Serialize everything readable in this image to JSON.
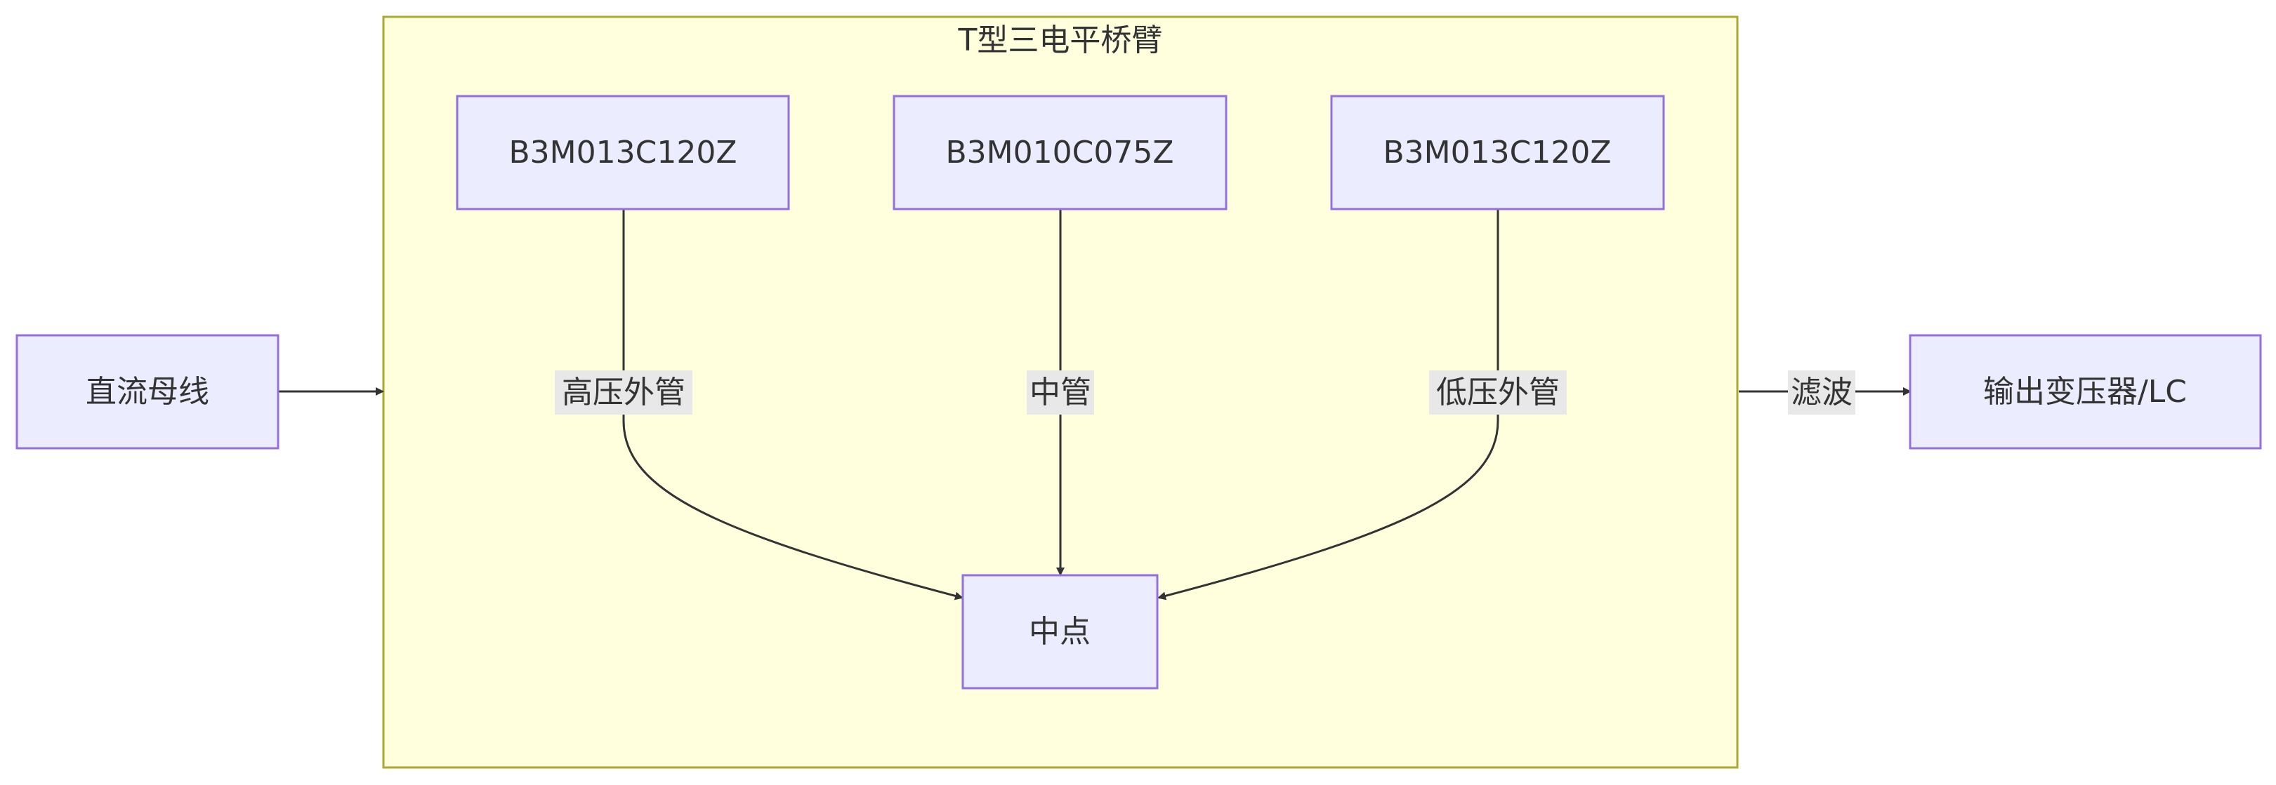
{
  "diagram": {
    "cluster": {
      "title": "T型三电平桥臂"
    },
    "nodes": {
      "dc_bus": "直流母线",
      "sw_high": "B3M013C120Z",
      "sw_mid": "B3M010C075Z",
      "sw_low": "B3M013C120Z",
      "midpoint": "中点",
      "output": "输出变压器/LC"
    },
    "edge_labels": {
      "high": "高压外管",
      "mid": "中管",
      "low": "低压外管",
      "filter": "滤波"
    }
  },
  "colors": {
    "node_fill": "#ECECFF",
    "node_stroke": "#9370DB",
    "cluster_fill": "#FFFFDE",
    "cluster_stroke": "#AAAA33",
    "edge": "#333333",
    "label_bg": "#E8E8E8"
  }
}
